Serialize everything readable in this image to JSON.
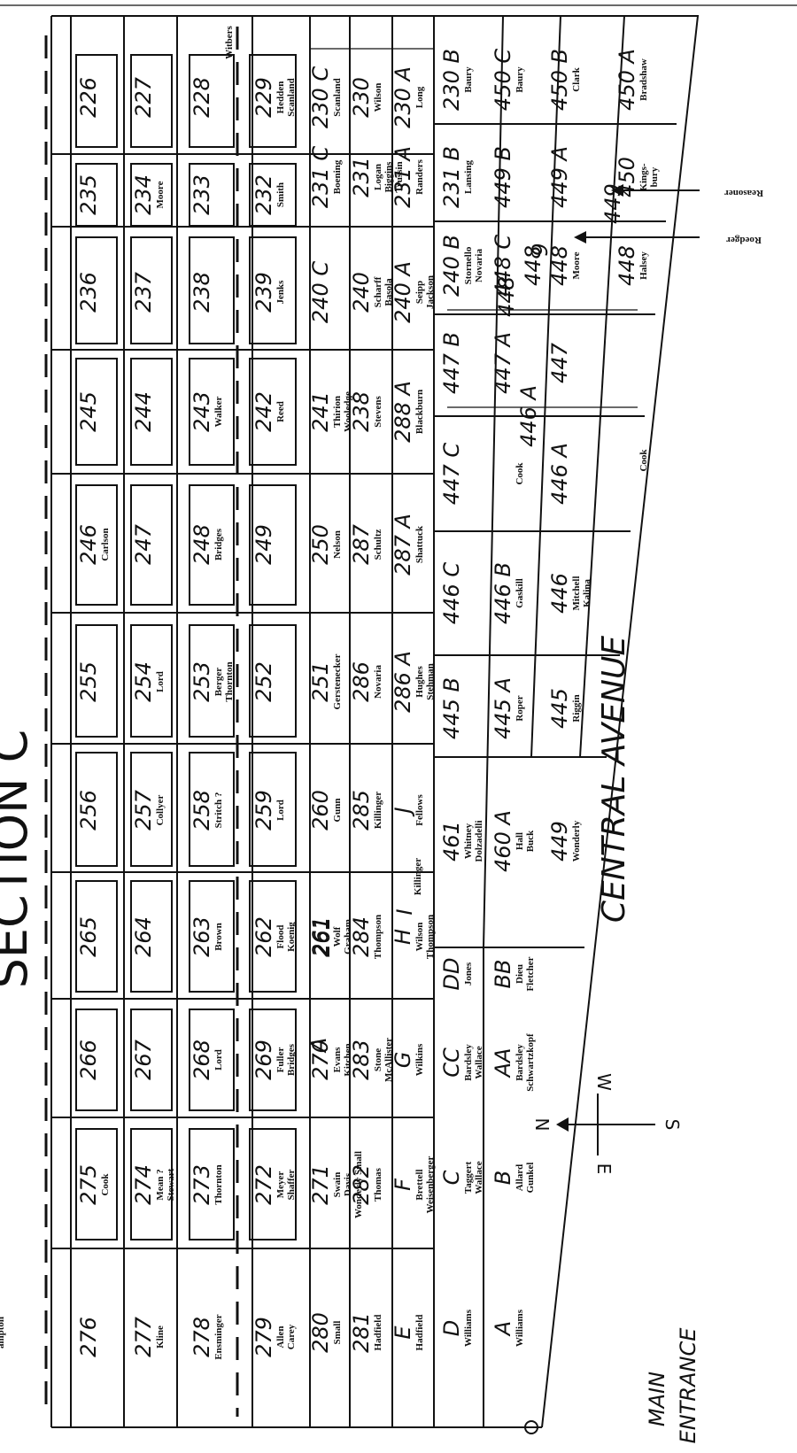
{
  "titles": {
    "section": "SECTION C",
    "avenue": "CENTRAL AVENUE",
    "entrance_1": "MAIN",
    "entrance_2": "ENTRANCE"
  },
  "compass": {
    "n": "N",
    "s": "S",
    "e": "E",
    "w": "W"
  },
  "side_labels": {
    "reasoner": "Reasoner",
    "roedger": "Roedger",
    "ampton": "ampton",
    "witbers": "Witbers"
  },
  "row1": [
    {
      "num": "226",
      "names": []
    },
    {
      "num": "235",
      "names": []
    },
    {
      "num": "236",
      "names": []
    },
    {
      "num": "245",
      "names": []
    },
    {
      "num": "246",
      "names": [
        "Carlson"
      ]
    },
    {
      "num": "255",
      "names": []
    },
    {
      "num": "256",
      "names": []
    },
    {
      "num": "265",
      "names": []
    },
    {
      "num": "266",
      "names": []
    },
    {
      "num": "275",
      "names": [
        "Cook"
      ]
    },
    {
      "num": "276",
      "names": []
    }
  ],
  "row2": [
    {
      "num": "227",
      "names": []
    },
    {
      "num": "234",
      "names": [
        "Moore"
      ]
    },
    {
      "num": "237",
      "names": []
    },
    {
      "num": "244",
      "names": []
    },
    {
      "num": "247",
      "names": []
    },
    {
      "num": "254",
      "names": [
        "Lord"
      ]
    },
    {
      "num": "257",
      "names": [
        "Collyer"
      ]
    },
    {
      "num": "264",
      "names": []
    },
    {
      "num": "267",
      "names": []
    },
    {
      "num": "274",
      "names": [
        "Mean ?",
        "Stewart"
      ]
    },
    {
      "num": "277",
      "names": [
        "Kline"
      ]
    }
  ],
  "row3": [
    {
      "num": "228",
      "names": []
    },
    {
      "num": "233",
      "names": []
    },
    {
      "num": "238",
      "names": []
    },
    {
      "num": "243",
      "names": [
        "Walker"
      ]
    },
    {
      "num": "248",
      "names": [
        "Bridges"
      ]
    },
    {
      "num": "253",
      "names": [
        "Berger",
        "Thornton"
      ]
    },
    {
      "num": "258",
      "names": [
        "Stritch ?"
      ]
    },
    {
      "num": "263",
      "names": [
        "Brown"
      ]
    },
    {
      "num": "268",
      "names": [
        "Lord"
      ]
    },
    {
      "num": "273",
      "names": [
        "Thornton"
      ]
    },
    {
      "num": "278",
      "names": [
        "Ensminger"
      ]
    }
  ],
  "row4": [
    {
      "num": "229",
      "names": [
        "Hedden",
        "Scanland"
      ]
    },
    {
      "num": "232",
      "names": [
        "Smith"
      ]
    },
    {
      "num": "239",
      "names": [
        "Jenks"
      ]
    },
    {
      "num": "242",
      "names": [
        "Reed"
      ]
    },
    {
      "num": "249",
      "names": []
    },
    {
      "num": "252",
      "names": []
    },
    {
      "num": "259",
      "names": [
        "Lord"
      ]
    },
    {
      "num": "262",
      "names": [
        "Flood",
        "Koenig"
      ]
    },
    {
      "num": "269",
      "names": [
        "Fuller",
        "Bridges"
      ]
    },
    {
      "num": "272",
      "names": [
        "Meyer",
        "Shaffer"
      ]
    },
    {
      "num": "279",
      "names": [
        "Allen",
        "Carey"
      ]
    }
  ],
  "row5a": [
    {
      "num": "230 C",
      "names": [
        "Scanland"
      ]
    },
    {
      "num": "231 C",
      "names": [
        "Boening"
      ]
    },
    {
      "num": "240 C",
      "names": []
    },
    {
      "num": "241",
      "names": [
        "Thirion",
        "Wooledge"
      ]
    },
    {
      "num": "250",
      "names": [
        "Nelson"
      ]
    },
    {
      "num": "251",
      "names": [
        "Gerstenecker"
      ]
    },
    {
      "num": "260",
      "names": [
        "Gunn"
      ]
    },
    {
      "num": "261",
      "names": [
        "Wolf",
        "Graham"
      ]
    },
    {
      "num": "270",
      "names": [
        "Evans",
        "Kitchen"
      ]
    },
    {
      "num": "271",
      "names": [
        "Swain",
        "Davis",
        "Wonderly  Small"
      ]
    },
    {
      "num": "280",
      "names": [
        "Small"
      ]
    }
  ],
  "row5b": [
    {
      "num": "230",
      "names": [
        "Wilson"
      ]
    },
    {
      "num": "231",
      "names": [
        "Logan",
        "Biggins",
        "Trussin"
      ]
    },
    {
      "num": "240",
      "names": [
        "Scharff",
        "Basola"
      ]
    },
    {
      "num": "238",
      "names": [
        "Stevens"
      ]
    },
    {
      "num": "287",
      "names": [
        "Schultz"
      ]
    },
    {
      "num": "286",
      "names": [
        "Novaria"
      ]
    },
    {
      "num": "285",
      "names": [
        "Killinger"
      ]
    },
    {
      "num": "284",
      "names": [
        "Thompson"
      ]
    },
    {
      "num": "283",
      "names": [
        "Stone",
        "McAllister"
      ]
    },
    {
      "num": "282",
      "names": [
        "Thomas"
      ]
    },
    {
      "num": "281",
      "names": [
        "Hadfield"
      ]
    }
  ],
  "row6": [
    {
      "num": "230 A",
      "names": [
        "Long"
      ]
    },
    {
      "num": "231 A",
      "names": [
        "Randers"
      ]
    },
    {
      "num": "240 A",
      "names": [
        "Seipp",
        "Jackson"
      ]
    },
    {
      "num": "288 A",
      "names": [
        "Blackburn"
      ]
    },
    {
      "num": "287 A",
      "names": [
        "Shattuck"
      ]
    },
    {
      "num": "286 A",
      "names": [
        "Hughes",
        "Stehman"
      ]
    },
    {
      "num": "J",
      "names": [
        "Fellows"
      ]
    },
    {
      "num": "H",
      "names": [
        "Wilson",
        "Thompson"
      ]
    },
    {
      "num": "G",
      "names": [
        "Wilkins"
      ]
    },
    {
      "num": "F",
      "names": [
        "Brettell",
        "Weisenberger"
      ]
    },
    {
      "num": "E",
      "names": [
        "Hadfield"
      ]
    }
  ],
  "row7": [
    {
      "num": "230 B",
      "names": [
        "Baury"
      ]
    },
    {
      "num": "231 B",
      "names": [
        "Lansing"
      ]
    },
    {
      "num": "240 B",
      "names": [
        "Stornello",
        "Novaria"
      ]
    },
    {
      "num": "447 B",
      "names": []
    },
    {
      "num": "447 C",
      "names": []
    },
    {
      "num": "446 C",
      "names": []
    },
    {
      "num": "445 B",
      "names": []
    },
    {
      "num": "461",
      "names": [
        "Whitney",
        "Dolzadelli"
      ]
    },
    {
      "num": "DD",
      "names": [
        "Jones"
      ]
    },
    {
      "num": "CC",
      "names": [
        "Bardsley",
        "Wallace"
      ]
    },
    {
      "num": "C",
      "names": [
        "Taggert",
        "Wallace"
      ]
    },
    {
      "num": "D",
      "names": [
        "Williams"
      ]
    }
  ],
  "row8": [
    {
      "num": "450 C",
      "names": [
        "Baury"
      ]
    },
    {
      "num": "449 B",
      "names": []
    },
    {
      "num": "448 C",
      "names": []
    },
    {
      "num": "447 A",
      "names": []
    },
    {
      "num": "",
      "names": [
        "Cook"
      ]
    },
    {
      "num": "446 B",
      "names": [
        "Gaskill"
      ]
    },
    {
      "num": "445 A",
      "names": [
        "Roper"
      ]
    },
    {
      "num": "460 A",
      "names": [
        "Hall",
        "Buck"
      ]
    },
    {
      "num": "BB",
      "names": [
        "Dieu",
        "Fletcher"
      ]
    },
    {
      "num": "AA",
      "names": [
        "Bardsley",
        "Schwartzkopf"
      ]
    },
    {
      "num": "B",
      "names": [
        "Allard",
        "Gunkel"
      ]
    },
    {
      "num": "A",
      "names": [
        "Williams"
      ]
    }
  ],
  "row9": [
    {
      "num": "450 B",
      "names": [
        "Clark"
      ]
    },
    {
      "num": "449 A",
      "names": []
    },
    {
      "num": "448",
      "names": [
        "Moore"
      ]
    },
    {
      "num": "447",
      "names": []
    },
    {
      "num": "446 A",
      "names": []
    },
    {
      "num": "446",
      "names": [
        "Mitchell",
        "Kalina"
      ]
    },
    {
      "num": "445",
      "names": [
        "Riggin"
      ]
    },
    {
      "num": "449",
      "names": [
        "Wonderly"
      ]
    }
  ],
  "row10": [
    {
      "num": "450 A",
      "names": [
        "Bradshaw"
      ]
    },
    {
      "num": "450",
      "names": [
        "Kings-",
        "bury"
      ]
    },
    {
      "num": "448",
      "names": [
        "Halsey"
      ]
    },
    {
      "num": "",
      "names": [
        "Cook"
      ]
    }
  ],
  "extra": {
    "c249": "449",
    "c448a": "448",
    "c448b": "448",
    "c448c": "9",
    "c446": "446 A",
    "c1": "I",
    "c1name": "Killinger",
    "c270a": "A",
    "c270b": "261"
  }
}
